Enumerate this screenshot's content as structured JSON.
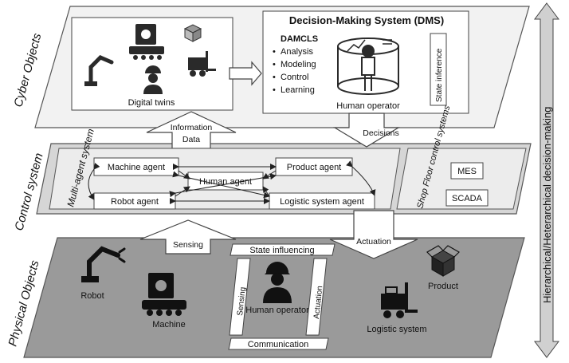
{
  "layers": {
    "cyber": "Cyber Objects",
    "control": "Control system",
    "physical": "Physical Objects"
  },
  "side_label": "Hierarchical/Heterarchical decision-making",
  "cyber": {
    "digital_twins": "Digital twins",
    "dms_title": "Decision-Making System (DMS)",
    "damcls_title": "DAMCLS",
    "damcls_items": [
      "Analysis",
      "Modeling",
      "Control",
      "Learning"
    ],
    "human_operator": "Human operator",
    "state_inference": "State inference"
  },
  "flows": {
    "information": "Information",
    "data": "Data",
    "decisions": "Decisions",
    "sensing": "Sensing",
    "actuation": "Actuation"
  },
  "control": {
    "multi_agent": "Multi-agent system",
    "agents": {
      "machine": "Machine agent",
      "robot": "Robot agent",
      "human": "Human agent",
      "product": "Product agent",
      "logistic": "Logistic system agent"
    },
    "shop_floor": "Shop Floor control systems",
    "systems": [
      "MES",
      "SCADA"
    ]
  },
  "physical": {
    "robot": "Robot",
    "machine": "Machine",
    "state_influencing": "State influencing",
    "sensing": "Sensing",
    "human_operator": "Human operator",
    "actuation": "Actuation",
    "communication": "Communication",
    "product": "Product",
    "logistic_system": "Logistic system"
  },
  "colors": {
    "cyber_fill": "#f2f2f2",
    "control_fill": "#d6d6d6",
    "physical_fill": "#9a9a9a",
    "border": "#444444",
    "icon": "#2a2a2a"
  }
}
